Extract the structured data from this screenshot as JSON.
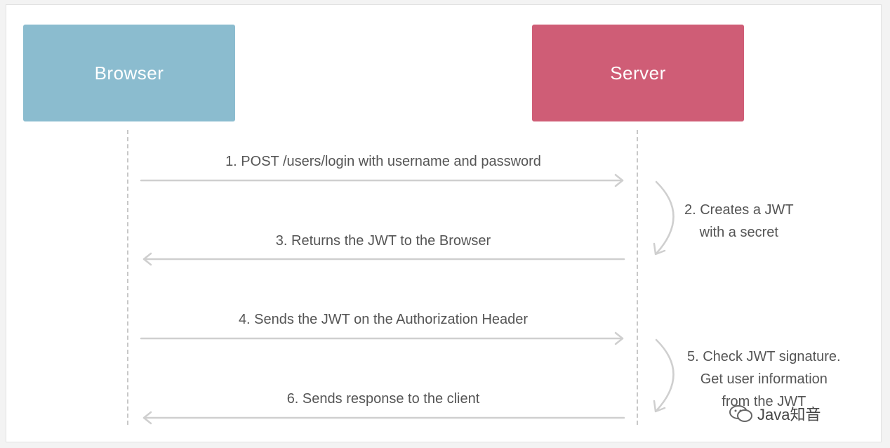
{
  "actors": {
    "browser": {
      "label": "Browser",
      "color": "#8bbccf"
    },
    "server": {
      "label": "Server",
      "color": "#cf5d76"
    }
  },
  "messages": [
    {
      "text": "1. POST /users/login with username and password",
      "direction": "to-server"
    },
    {
      "text": "3. Returns the JWT to the Browser",
      "direction": "to-browser"
    },
    {
      "text": "4. Sends the JWT on the Authorization Header",
      "direction": "to-server"
    },
    {
      "text": "6. Sends response to the client",
      "direction": "to-browser"
    }
  ],
  "notes": [
    {
      "lines": [
        "2. Creates a JWT",
        "with a secret"
      ]
    },
    {
      "lines": [
        "5. Check JWT signature.",
        "Get user information",
        "from the JWT"
      ]
    }
  ],
  "watermark": {
    "text": "Java知音",
    "icon": "wechat-icon"
  },
  "colors": {
    "arrow": "#cfcfcf",
    "text": "#555555",
    "lifeline": "#c8c8c8"
  }
}
